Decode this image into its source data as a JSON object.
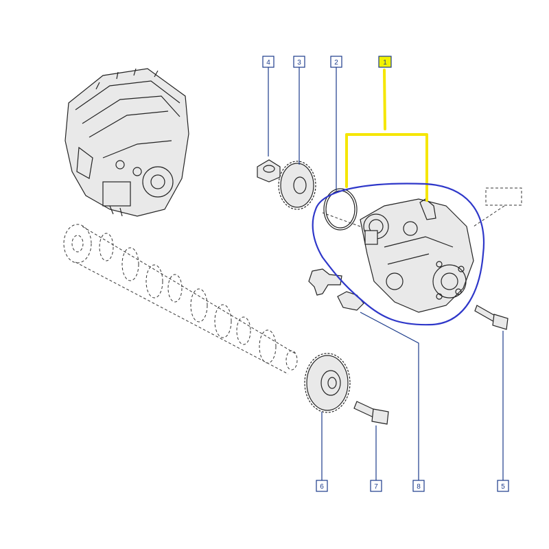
{
  "colors": {
    "callout_border": "#1a3a8a",
    "highlight_fill": "#f2f200",
    "yellow_annotation": "#f5e600",
    "blue_annotation": "#2e37c9"
  },
  "callouts": [
    {
      "id": "1",
      "label": "1",
      "highlighted": true
    },
    {
      "id": "2",
      "label": "2",
      "highlighted": false
    },
    {
      "id": "3",
      "label": "3",
      "highlighted": false
    },
    {
      "id": "4",
      "label": "4",
      "highlighted": false
    },
    {
      "id": "5",
      "label": "5",
      "highlighted": false
    },
    {
      "id": "6",
      "label": "6",
      "highlighted": false
    },
    {
      "id": "7",
      "label": "7",
      "highlighted": false
    },
    {
      "id": "8",
      "label": "8",
      "highlighted": false
    }
  ],
  "parts": {
    "engine": "engine-assembly-illustration",
    "camshaft": "camshaft-dashed-illustration",
    "pump": "high-pressure-fuel-pump",
    "seal": "o-ring-seal",
    "pump_gear": "pump-drive-gear",
    "nut": "gear-nut",
    "bolt_small": "pump-mounting-bolt",
    "bolt_large": "gear-bolt",
    "cam_gear": "camshaft-gear",
    "bracket": "pump-support-bracket",
    "reference_box": "dashed-reference-box"
  }
}
